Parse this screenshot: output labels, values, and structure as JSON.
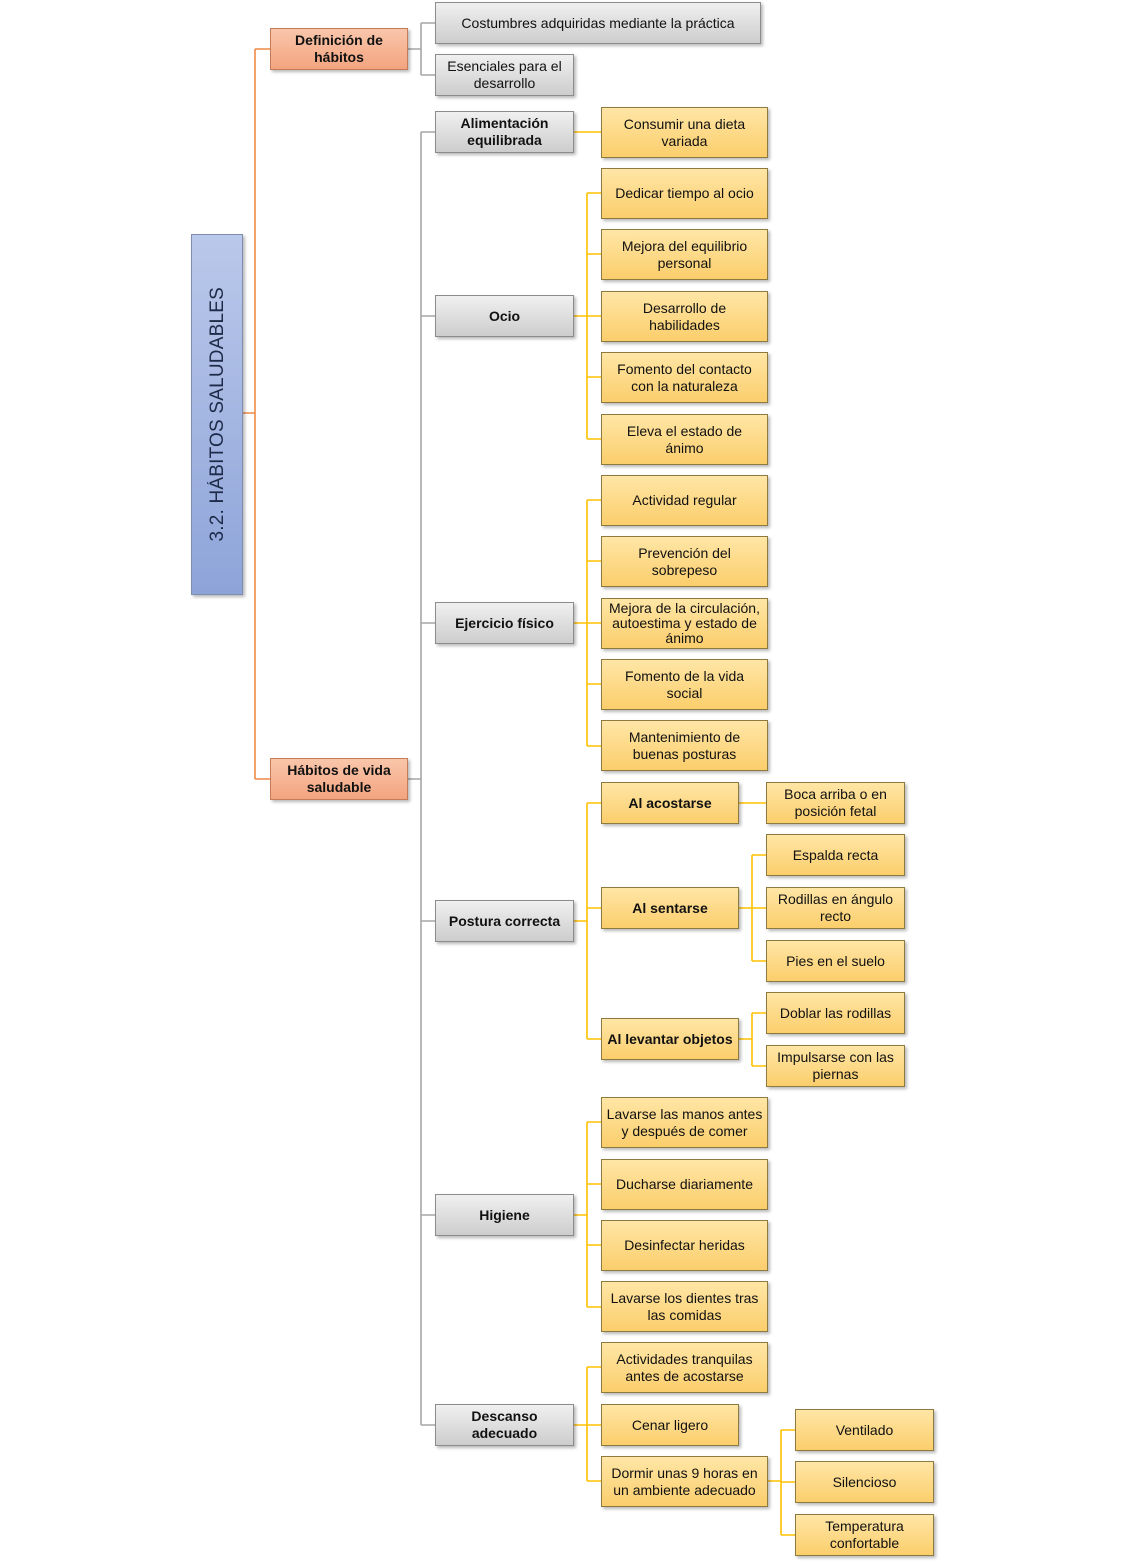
{
  "root": {
    "title": "3.2. HÁBITOS SALUDABLES"
  },
  "definicion": {
    "label": "Definición de hábitos",
    "items": [
      "Costumbres adquiridas mediante la práctica",
      "Esenciales para el desarrollo"
    ]
  },
  "habitos_vida": {
    "label": "Hábitos de vida saludable",
    "categories": [
      {
        "label": "Alimentación equilibrada",
        "items": [
          "Consumir una dieta variada"
        ]
      },
      {
        "label": "Ocio",
        "items": [
          "Dedicar tiempo al ocio",
          "Mejora del equilibrio personal",
          "Desarrollo de habilidades",
          "Fomento del contacto con la naturaleza",
          "Eleva el estado de ánimo"
        ]
      },
      {
        "label": "Ejercicio físico",
        "items": [
          "Actividad regular",
          "Prevención del sobrepeso",
          "Mejora de la circulación, autoestima y estado de ánimo",
          "Fomento de la vida social",
          "Mantenimiento de buenas posturas"
        ]
      },
      {
        "label": "Postura correcta",
        "subcategories": [
          {
            "label": "Al acostarse",
            "items": [
              "Boca arriba o en posición fetal"
            ]
          },
          {
            "label": "Al sentarse",
            "items": [
              "Espalda recta",
              "Rodillas en ángulo recto",
              "Pies en el suelo"
            ]
          },
          {
            "label": "Al levantar objetos",
            "items": [
              "Doblar las rodillas",
              "Impulsarse con las piernas"
            ]
          }
        ]
      },
      {
        "label": "Higiene",
        "items": [
          "Lavarse las manos antes y después de comer",
          "Ducharse diariamente",
          "Desinfectar heridas",
          "Lavarse los dientes tras las comidas"
        ]
      },
      {
        "label": "Descanso adecuado",
        "items": [
          "Actividades tranquilas antes de acostarse",
          "Cenar ligero",
          "Dormir unas 9 horas en un ambiente adecuado"
        ],
        "ambiente_adecuado": [
          "Ventilado",
          "Silencioso",
          "Temperatura confortable"
        ]
      }
    ]
  },
  "colors": {
    "root_fill": "#8ea4d9",
    "level1_fill": "#f3a47f",
    "level2_fill": "#cdcdcd",
    "level3_fill": "#fbce6c",
    "line_orange": "#ee8a45",
    "line_gray": "#a6a6a6",
    "line_gold": "#ffc000"
  }
}
